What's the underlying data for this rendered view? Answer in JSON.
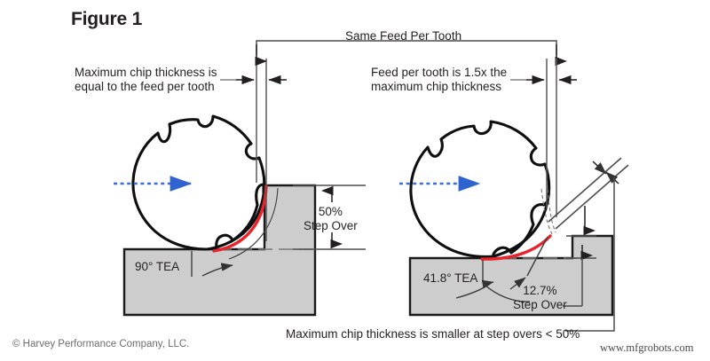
{
  "figure": {
    "title": "Figure 1"
  },
  "labels": {
    "left_note": "Maximum chip thickness is\nequal to the feed per tooth",
    "same_feed": "Same Feed Per Tooth",
    "right_note": "Feed per tooth is 1.5x the\nmaximum chip thickness",
    "stepover_left": "50%\nStep Over",
    "tea_left": "90° TEA",
    "tea_right": "41.8° TEA",
    "stepover_right": "12.7%\nStep Over",
    "bottom_note": "Maximum chip thickness is smaller at step overs < 50%"
  },
  "footer": {
    "copyright": "© Harvey Performance Company, LLC.",
    "watermark": "www.mfgrobots.com"
  },
  "colors": {
    "line": "#231f20",
    "chip_red": "#e8232a",
    "workpiece_fill": "#cdcdcd",
    "workpiece_stroke": "#1a1a1a",
    "centerline_blue": "#3a6fd8",
    "dimension_gray": "#4d4d4d",
    "text": "#231f20",
    "background": "#ffffff"
  },
  "diagram_values": {
    "left_step_over_percent": "50%",
    "left_tea_degrees": "90°",
    "right_step_over_percent": "12.7%",
    "right_tea_degrees": "41.8°",
    "feed_ratio": "1.5x"
  }
}
